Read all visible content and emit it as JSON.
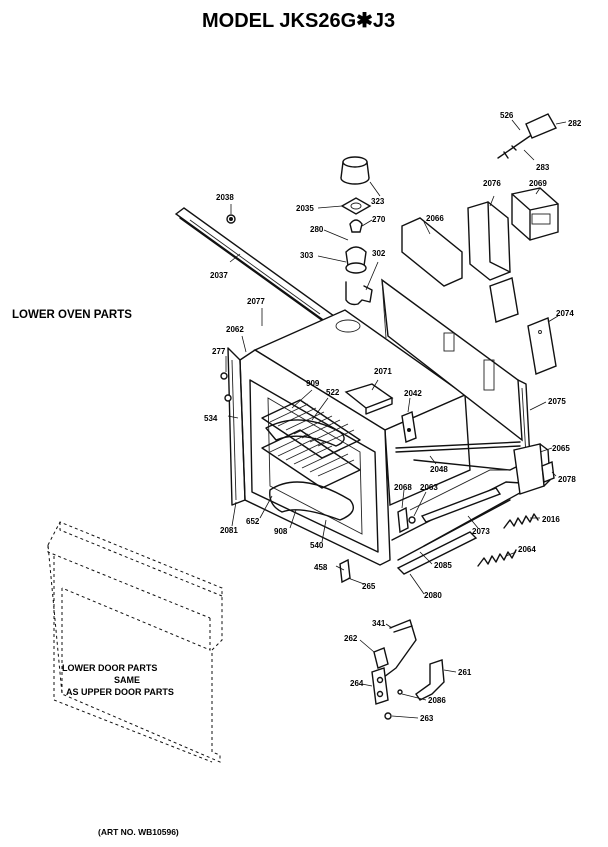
{
  "title": "MODEL JKS26G✱J3",
  "section_label": "LOWER OVEN PARTS",
  "door_note": [
    "LOWER DOOR PARTS",
    "SAME",
    "AS UPPER DOOR PARTS"
  ],
  "art_number": "(ART NO. WB10596)",
  "callouts": {
    "p526": "526",
    "p282": "282",
    "p283": "283",
    "p323": "323",
    "p2038": "2038",
    "p2035": "2035",
    "p270": "270",
    "p280": "280",
    "p303": "303",
    "p302": "302",
    "p2076": "2076",
    "p2069": "2069",
    "p2066": "2066",
    "p2037": "2037",
    "p2077": "2077",
    "p2074": "2074",
    "p2062": "2062",
    "p277": "277",
    "p534": "534",
    "p909": "909",
    "p522": "522",
    "p2071": "2071",
    "p2042": "2042",
    "p2075": "2075",
    "p2065": "2065",
    "p2048": "2048",
    "p2078": "2078",
    "p2068": "2068",
    "p2063": "2063",
    "p2016": "2016",
    "p2081": "2081",
    "p652": "652",
    "p908": "908",
    "p540": "540",
    "p2073": "2073",
    "p2064": "2064",
    "p458": "458",
    "p265": "265",
    "p2085": "2085",
    "p2080": "2080",
    "p341": "341",
    "p262": "262",
    "p261": "261",
    "p264": "264",
    "p2086": "2086",
    "p263": "263"
  }
}
